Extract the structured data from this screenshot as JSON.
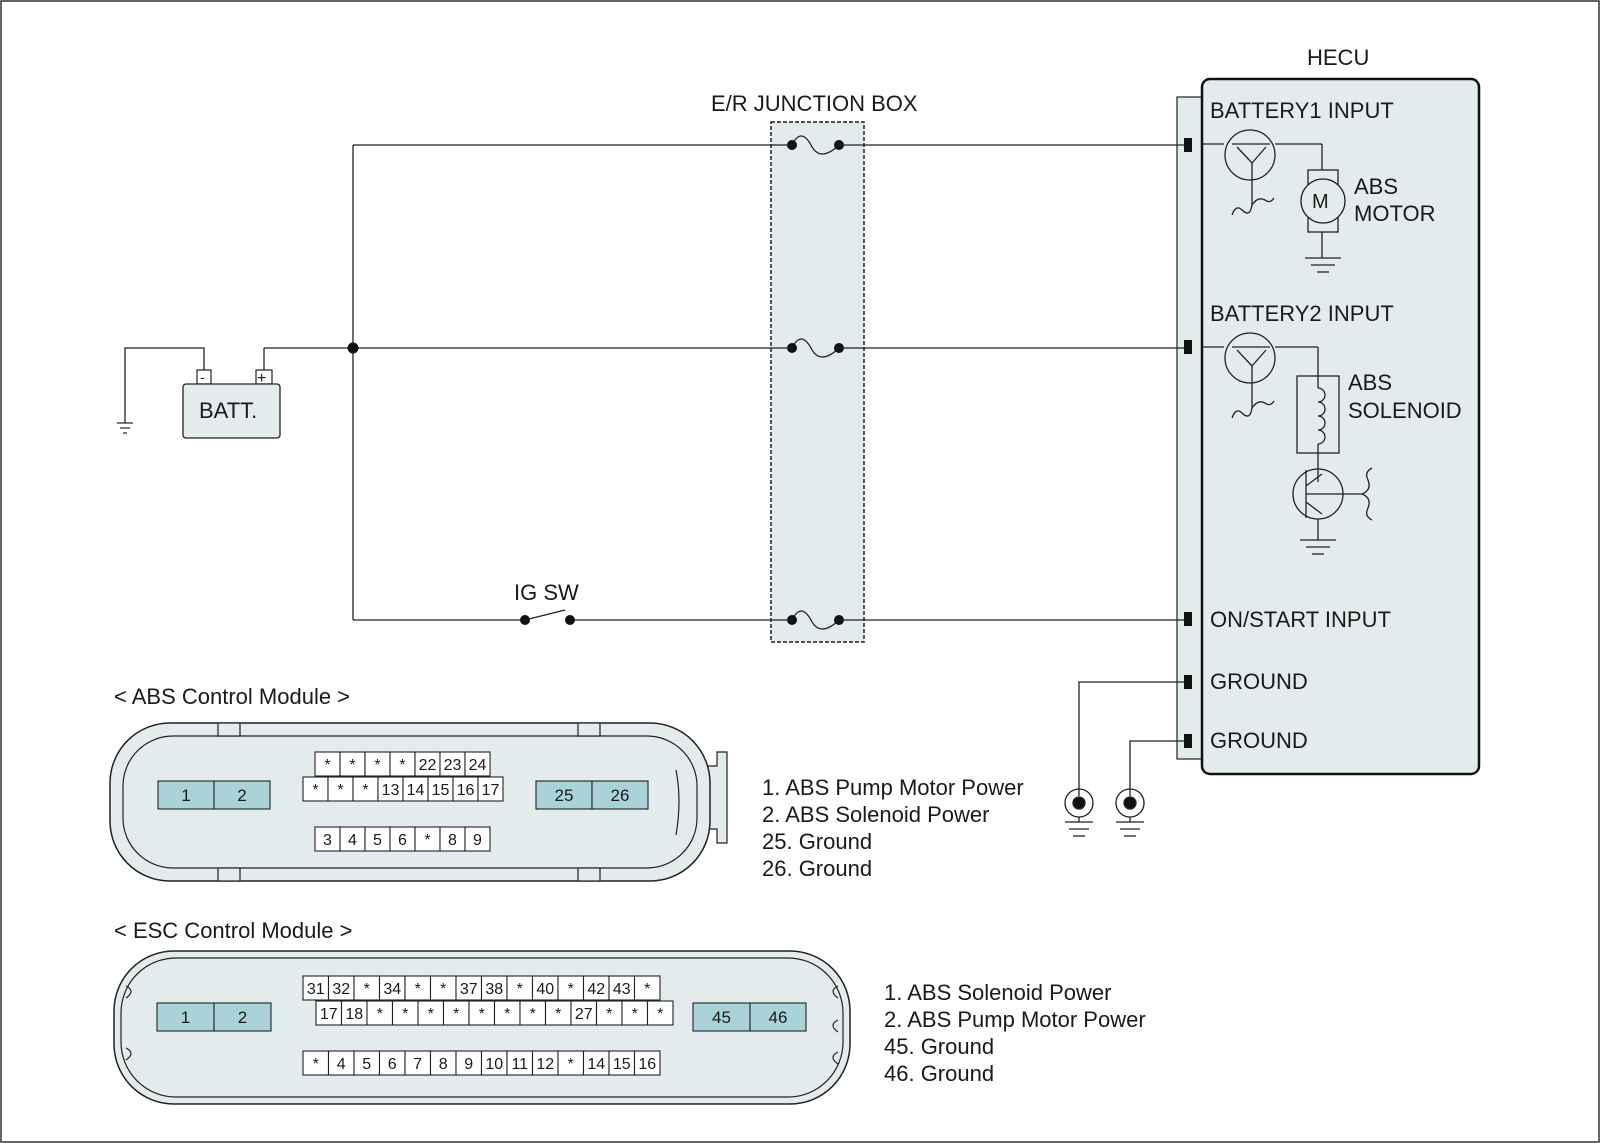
{
  "hecu": {
    "title": "HECU",
    "battery1": "BATTERY1 INPUT",
    "battery2": "BATTERY2 INPUT",
    "on_start": "ON/START INPUT",
    "ground1": "GROUND",
    "ground2": "GROUND",
    "motor_symbol": "M",
    "abs_motor_line1": "ABS",
    "abs_motor_line2": "MOTOR",
    "abs_solenoid_line1": "ABS",
    "abs_solenoid_line2": "SOLENOID"
  },
  "junction_box": {
    "title": "E/R JUNCTION BOX"
  },
  "battery": {
    "label": "BATT.",
    "neg": "-",
    "pos": "+"
  },
  "ig_switch": {
    "label": "IG SW"
  },
  "abs_module": {
    "title": "< ABS Control Module >",
    "big_pins": [
      "1",
      "2",
      "25",
      "26"
    ],
    "row1": [
      "*",
      "*",
      "*",
      "*",
      "22",
      "23",
      "24"
    ],
    "row2": [
      "*",
      "*",
      "*",
      "13",
      "14",
      "15",
      "16",
      "17"
    ],
    "row3": [
      "3",
      "4",
      "5",
      "6",
      "*",
      "8",
      "9"
    ],
    "legend": [
      "1. ABS Pump Motor Power",
      "2. ABS Solenoid Power",
      "25. Ground",
      "26. Ground"
    ]
  },
  "esc_module": {
    "title": "< ESC Control Module >",
    "big_pins": [
      "1",
      "2",
      "45",
      "46"
    ],
    "row1": [
      "31",
      "32",
      "*",
      "34",
      "*",
      "*",
      "37",
      "38",
      "*",
      "40",
      "*",
      "42",
      "43",
      "*"
    ],
    "row2": [
      "17",
      "18",
      "*",
      "*",
      "*",
      "*",
      "*",
      "*",
      "*",
      "*",
      "27",
      "*",
      "*",
      "*"
    ],
    "row3": [
      "*",
      "4",
      "5",
      "6",
      "7",
      "8",
      "9",
      "10",
      "11",
      "12",
      "*",
      "14",
      "15",
      "16"
    ],
    "legend": [
      "1. ABS Solenoid Power",
      "2. ABS Pump Motor Power",
      "45. Ground",
      "46. Ground"
    ]
  },
  "colors": {
    "connector_fill": "#e3ebed",
    "pin_fill": "#a9d2d9",
    "hecu_fill": "#e3ebed"
  }
}
